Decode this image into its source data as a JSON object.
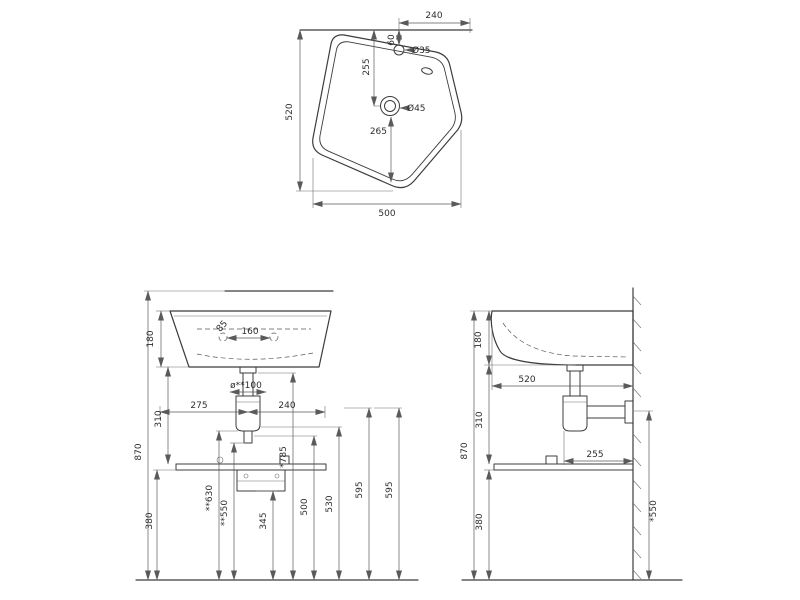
{
  "colors": {
    "line": "#3c3c3c",
    "dimension": "#5a5a5a",
    "text": "#2e2e2e",
    "background": "#ffffff"
  },
  "views": {
    "top": {
      "dims": {
        "width_back": "240",
        "faucet_offset": "60",
        "faucet_hole": "Ø35",
        "drain_offset": "255",
        "drain_hole": "Ø45",
        "drain_front": "265",
        "depth": "520",
        "width": "500"
      }
    },
    "front": {
      "dims": {
        "basin_height": "180",
        "hole_angle": "85",
        "hole_spacing": "160",
        "pipe_dia": "ø**100",
        "offset_left": "275",
        "offset_right": "240",
        "basin_to_shelf": "310",
        "total_height": "870",
        "h785": "*785",
        "h630": "**630",
        "h550": "**550",
        "h345": "345",
        "h500": "500",
        "h530": "530",
        "h595a": "595",
        "h595b": "595",
        "shelf_to_floor": "380"
      }
    },
    "side": {
      "dims": {
        "basin_height": "180",
        "depth": "520",
        "basin_to_shelf": "310",
        "total_height": "870",
        "trap_offset": "255",
        "shelf_to_floor": "380",
        "outlet_height": "*550"
      }
    }
  }
}
